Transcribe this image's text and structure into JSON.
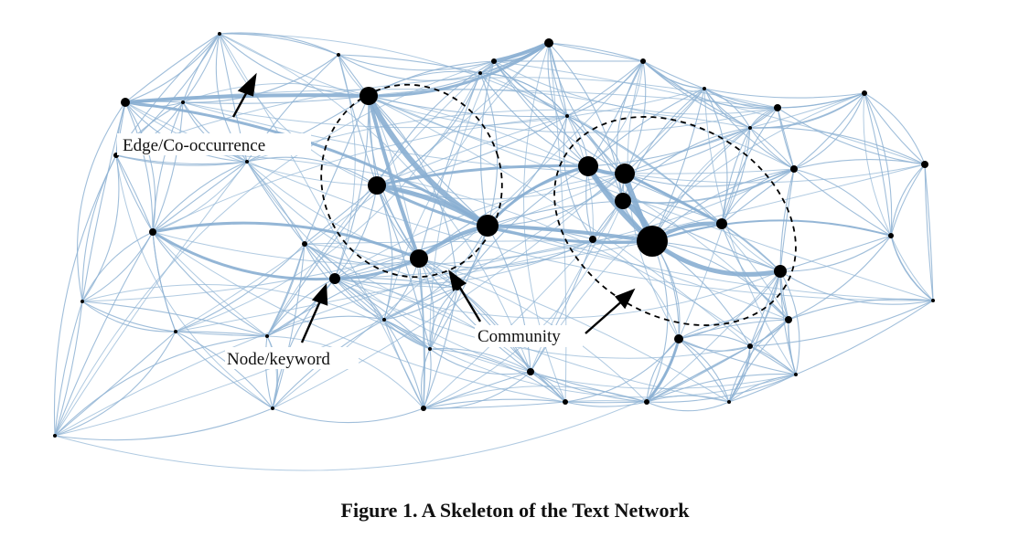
{
  "figure": {
    "annotations": {
      "edge_label": "Edge/Co-occurrence",
      "node_label": "Node/keyword",
      "community_label": "Community"
    },
    "caption": "Figure 1. A Skeleton of the Text Network"
  },
  "colors": {
    "edge": "#8fb3d4",
    "edge_strong": "#88aed2",
    "node": "#000000",
    "annotation": "#111111"
  }
}
